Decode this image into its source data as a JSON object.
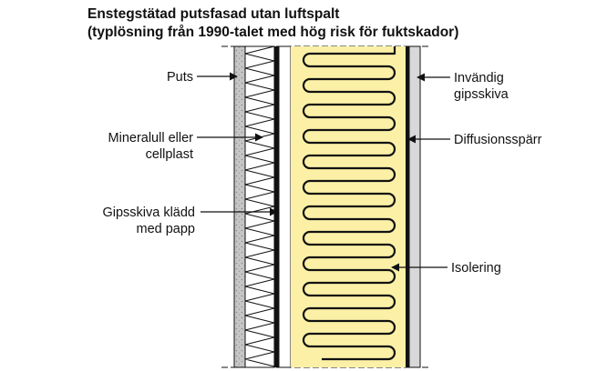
{
  "title": {
    "line1": "Enstegstätad putsfasad utan luftspalt",
    "line2": "(typlösning från 1990-talet med hög risk för fuktskador)"
  },
  "labels_left": {
    "puts": "Puts",
    "mineralull_line1": "Mineralull eller",
    "mineralull_line2": "cellplast",
    "gipsskiva_line1": "Gipsskiva klädd",
    "gipsskiva_line2": "med papp"
  },
  "labels_right": {
    "invandig_line1": "Invändig",
    "invandig_line2": "gipsskiva",
    "diffusionsparr": "Diffusionsspärr",
    "isolering": "Isolering"
  },
  "colors": {
    "insulation": "#fbf0a6",
    "plaster": "#c8c8c8",
    "gypsum": "#e2e2e2",
    "line": "#111111"
  }
}
